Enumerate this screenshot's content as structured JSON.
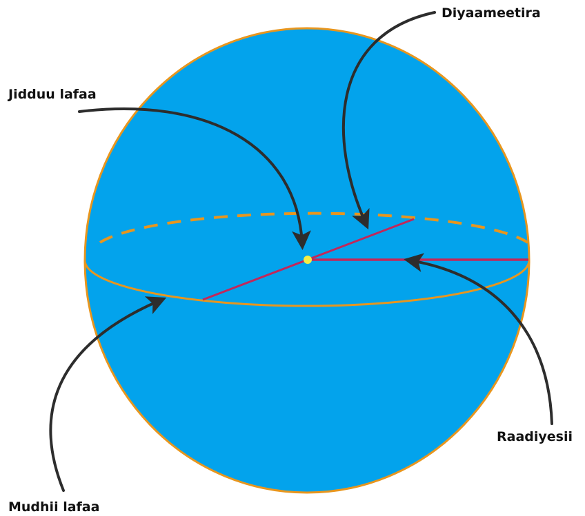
{
  "labels": {
    "diameter": "Diyaameetira",
    "center": "Jidduu lafaa",
    "surface": "Mudhii lafaa",
    "radius": "Raadiyesii"
  },
  "colors": {
    "sphere_fill": "#03a3ec",
    "sphere_outline": "#e8961e",
    "equator": "#e8961e",
    "segment": "#c2275a",
    "center_point": "#f4ee45",
    "arrow": "#2d2d2d"
  }
}
